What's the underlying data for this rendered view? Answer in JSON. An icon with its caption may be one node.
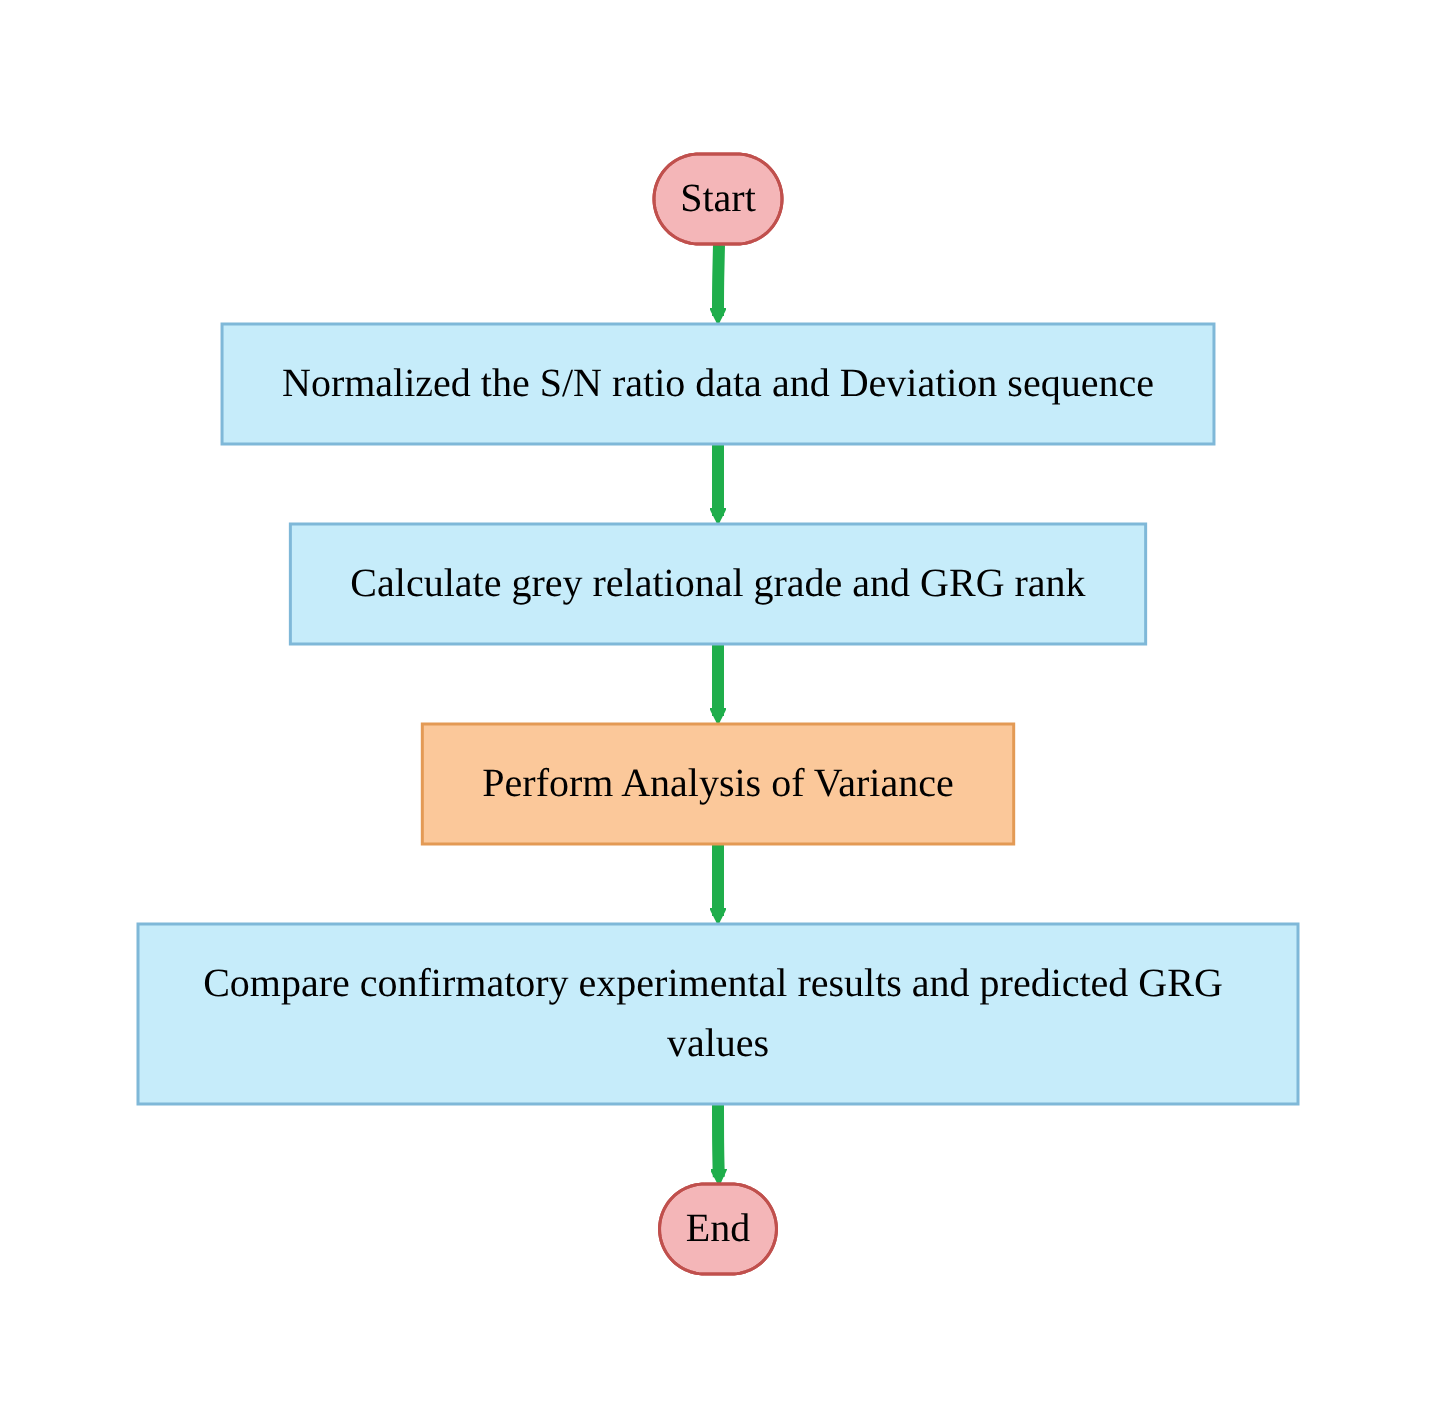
{
  "diagram": {
    "nodes": [
      {
        "text": [
          "Start"
        ]
      },
      {
        "text": [
          "Normalized the S/N ratio data and Deviation sequence"
        ]
      },
      {
        "text": [
          "Calculate grey relational grade and GRG rank"
        ]
      },
      {
        "text": [
          "Perform Analysis of Variance"
        ]
      },
      {
        "text": [
          "Compare confirmatory experimental results and predicted GRG values"
        ]
      },
      {
        "text": [
          "End"
        ]
      }
    ],
    "edges": [
      {
        "from": 0,
        "to": 1,
        "arrow": "to"
      },
      {
        "from": 1,
        "to": 2,
        "arrow": "to"
      },
      {
        "from": 2,
        "to": 3,
        "arrow": "to"
      },
      {
        "from": 3,
        "to": 4,
        "arrow": "to"
      },
      {
        "from": 4,
        "to": 5,
        "arrow": "to"
      }
    ]
  }
}
